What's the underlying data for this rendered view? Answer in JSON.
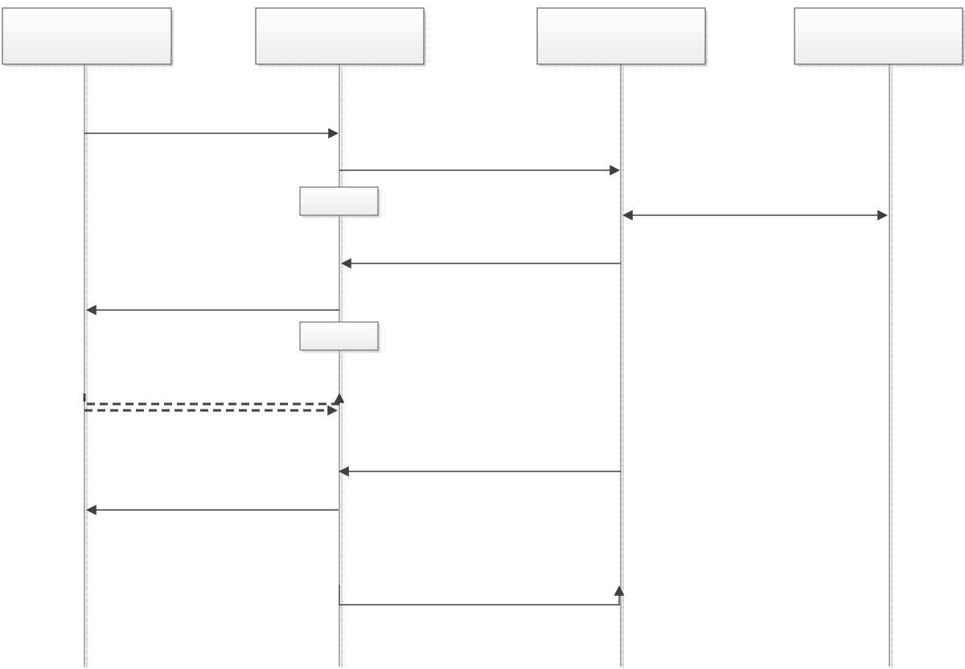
{
  "diagram": {
    "type": "sequence",
    "colors": {
      "line": "#404040",
      "box_top": "#ffffff",
      "box_bottom": "#ececec",
      "shadow": "#c8c8c8"
    },
    "participants": [
      {
        "id": "p1"
      },
      {
        "id": "p2"
      },
      {
        "id": "p3"
      },
      {
        "id": "p4"
      }
    ],
    "messages": [
      {
        "from": 0,
        "to": 1,
        "style": "solid"
      },
      {
        "from": 1,
        "to": 2,
        "style": "solid"
      },
      {
        "from": 2,
        "to": 3,
        "style": "bidirectional"
      },
      {
        "from": 2,
        "to": 1,
        "style": "solid"
      },
      {
        "from": 1,
        "to": 0,
        "style": "solid"
      },
      {
        "from": 0,
        "to": 1,
        "style": "dashed-elbow"
      },
      {
        "from": 0,
        "to": 1,
        "style": "dashed"
      },
      {
        "from": 2,
        "to": 1,
        "style": "solid"
      },
      {
        "from": 1,
        "to": 0,
        "style": "solid"
      },
      {
        "from": 1,
        "to": 2,
        "style": "solid-elbow"
      }
    ]
  }
}
